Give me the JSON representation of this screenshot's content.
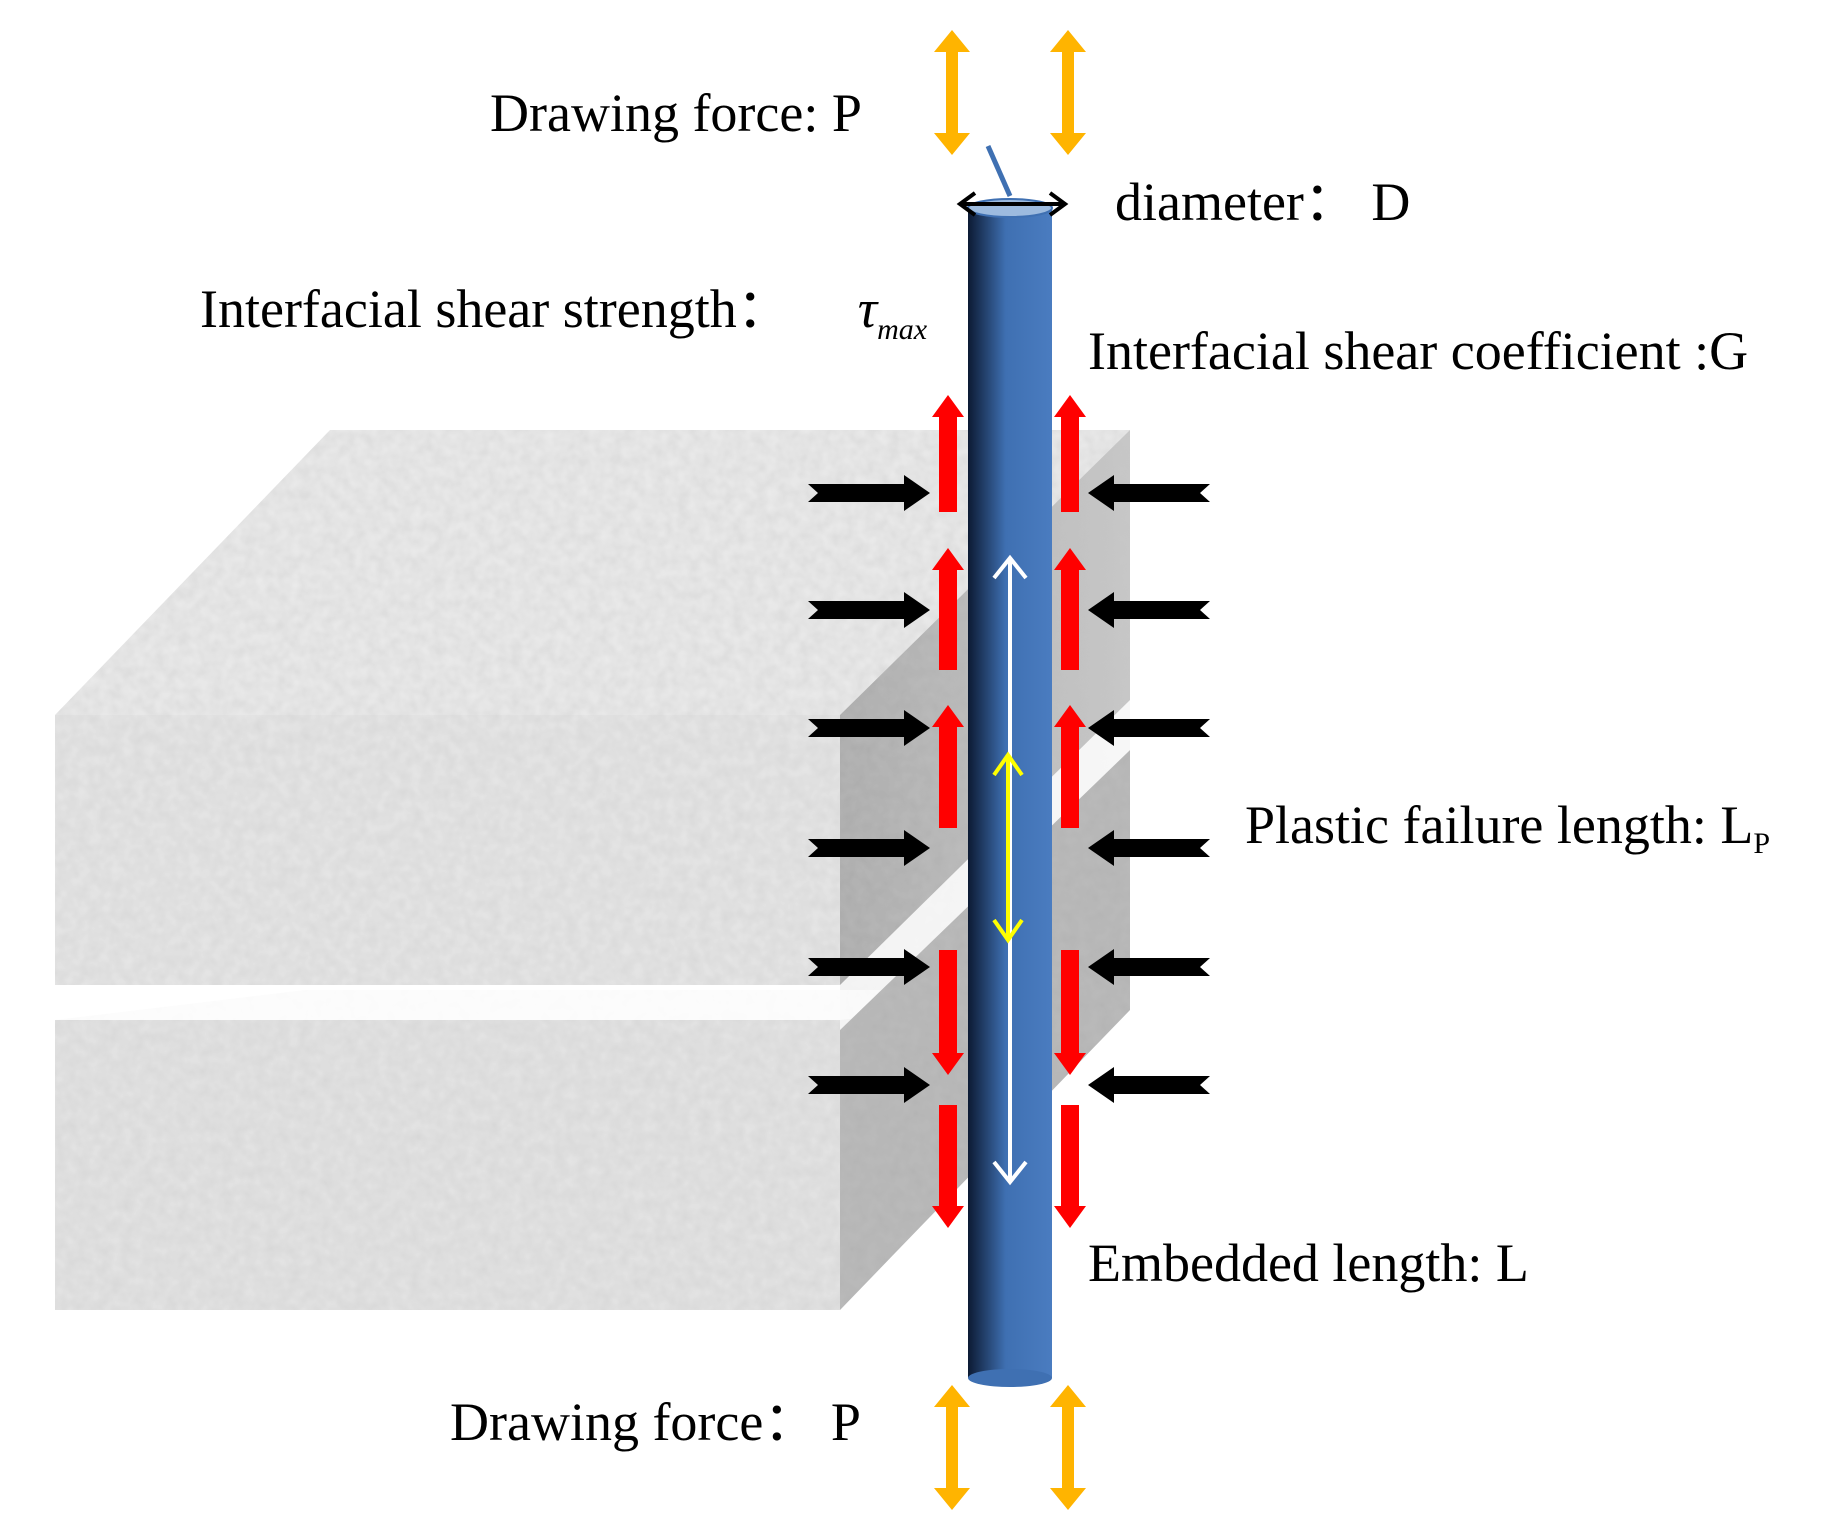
{
  "labels": {
    "drawing_force_top": "Drawing force: P",
    "diameter": "diameter：  D",
    "shear_strength_text": "Interfacial shear strength：",
    "shear_strength_symbol": "τ",
    "shear_strength_subscript": "max",
    "shear_coefficient": "Interfacial shear coefficient :G",
    "plastic_failure_text": "Plastic failure length: L",
    "plastic_failure_subscript": "P",
    "embedded_length": "Embedded length: L",
    "drawing_force_bottom": "Drawing force： P"
  },
  "colors": {
    "rod": "#3f70b2",
    "rod_shadow": "#0c1a33",
    "pull_arrows": "#ffb400",
    "shear_arrows": "#ff0000",
    "pressure_arrows": "#000000",
    "embedded_span_arrow": "#ffffff",
    "plastic_span_arrow": "#ffff00",
    "matrix_light": "#e9e9e9",
    "matrix_dark": "#a5a5a5"
  },
  "icons": {
    "pull": "double-up-down-arrow",
    "shear": "red-shear-arrow",
    "pressure": "black-pressure-arrow"
  }
}
